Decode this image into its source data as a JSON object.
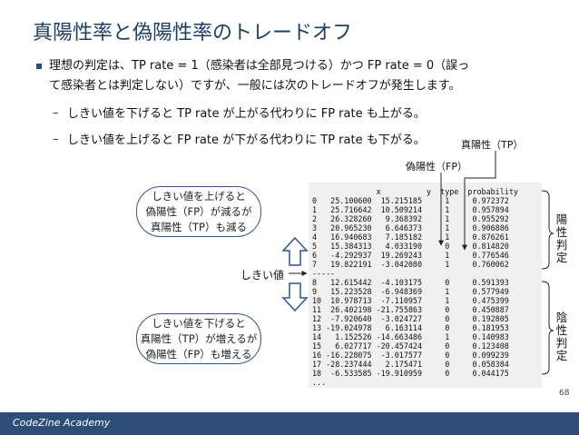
{
  "slide": {
    "title": "真陽性率と偽陽性率のトレードオフ",
    "bullet_line1": "理想の判定は、TP rate = 1（感染者は全部見つける）かつ FP rate = 0（誤っ",
    "bullet_line2": "て感染者とは判定しない）ですが、一般には次のトレードオフが発生します。",
    "sub1": "しきい値を下げると TP rate が上がる代わりに FP rate も上がる。",
    "sub2": "しきい値を上げると FP rate が下がる代わりに TP rate も下がる。",
    "tp_label": "真陽性（TP）",
    "fp_label": "偽陽性（FP）",
    "threshold_label": "しきい値",
    "bubble_top": [
      "しきい値を上げると",
      "偽陽性（FP）が減るが",
      "真陽性（TP）も減る"
    ],
    "bubble_bottom": [
      "しきい値を下げると",
      "真陽性（TP）が増えるが",
      "偽陽性（FP）も増える"
    ],
    "positive_label": "陽性判定",
    "negative_label": "陰性判定",
    "page_number": "68",
    "footer": "CodeZine Academy"
  },
  "table": {
    "header": "              x          y  type  probability",
    "rows": [
      "0   25.100600  15.215185     1     0.972372",
      "1   25.716642  10.509214     1     0.957894",
      "2   26.328260   9.368392     1     0.955292",
      "3   20.965230   6.646373     1     0.906886",
      "4   16.940683   7.185182     1     0.876261",
      "5   15.384313   4.033190     0     0.814820",
      "6   -4.292937  19.269243     1     0.776546",
      "7   19.822191  -3.042080     1     0.760062",
      "-----",
      "8   12.615442  -4.103175     0     0.591393",
      "9   15.223528  -6.948369     1     0.577949",
      "10  10.978713  -7.110957     1     0.475399",
      "11  26.402198 -21.755863     0     0.450887",
      "12  -7.920640  -3.024727     0     0.192805",
      "13 -19.024978   6.163114     0     0.181953",
      "14   1.152526 -14.663486     1     0.140983",
      "15   6.027717 -20.457424     0     0.123408",
      "16 -16.228075  -3.017577     0     0.099239",
      "17 -28.237444   2.175471     0     0.058384",
      "18  -6.533585 -19.910959     0     0.044175",
      "..."
    ]
  }
}
